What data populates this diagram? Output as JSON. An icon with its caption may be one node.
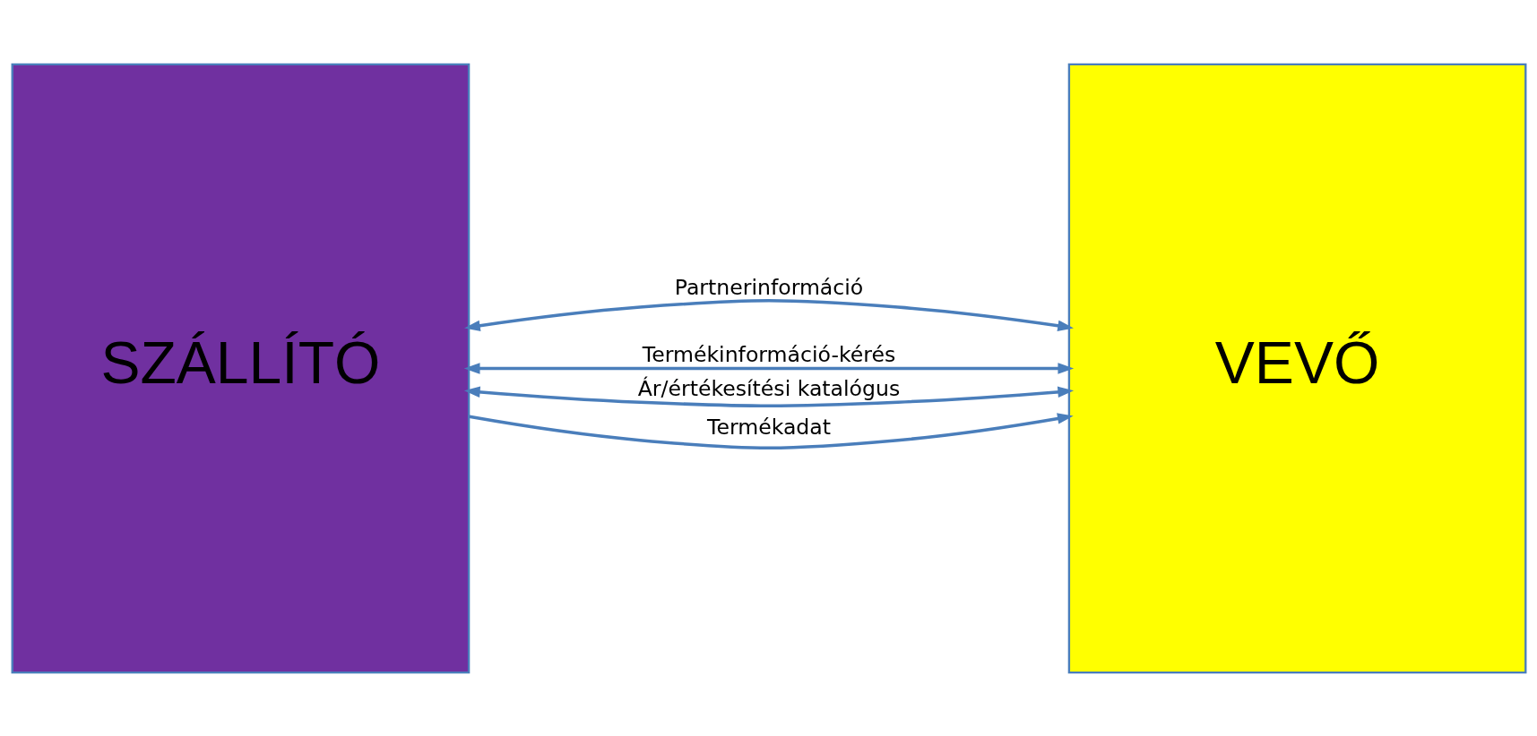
{
  "diagram": {
    "nodes": [
      {
        "text": [
          "SZÁLLÍTÓ"
        ]
      },
      {
        "text": [
          "VEVŐ"
        ]
      }
    ],
    "edges": [
      {
        "from": 0,
        "to": 1,
        "arrow": "both",
        "label": "Partnerinformáció"
      },
      {
        "from": 0,
        "to": 1,
        "arrow": "both",
        "label": "Termékinformáció-kérés"
      },
      {
        "from": 0,
        "to": 1,
        "arrow": "both",
        "label": "Ár/értékesítési katalógus"
      },
      {
        "from": 0,
        "to": 1,
        "arrow": "to",
        "label": "Termékadat"
      }
    ]
  }
}
